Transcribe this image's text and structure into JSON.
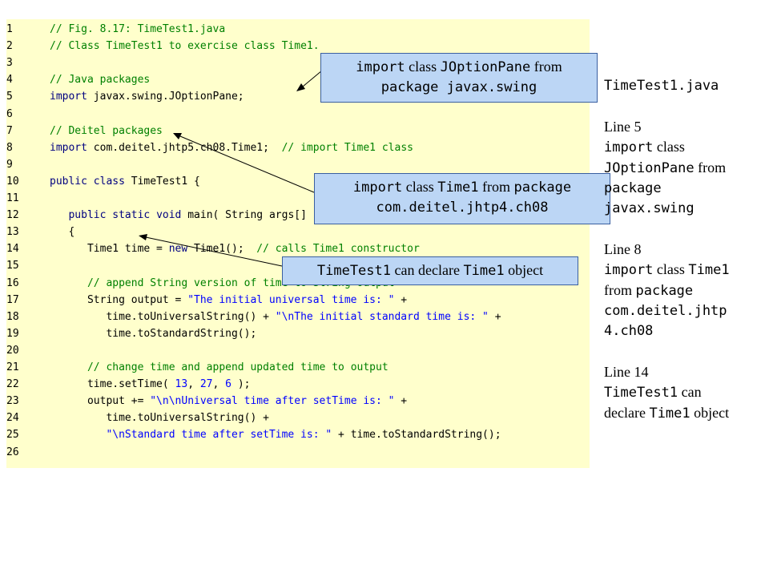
{
  "code": {
    "lines": [
      {
        "n": "1",
        "t": "   // Fig. 8.17: TimeTest1.java"
      },
      {
        "n": "2",
        "t": "   // Class TimeTest1 to exercise class Time1."
      },
      {
        "n": "3",
        "t": ""
      },
      {
        "n": "4",
        "t": "   // Java packages"
      },
      {
        "n": "5",
        "t": "   import javax.swing.JOptionPane;"
      },
      {
        "n": "6",
        "t": ""
      },
      {
        "n": "7",
        "t": "   // Deitel packages"
      },
      {
        "n": "8",
        "t": "   import com.deitel.jhtp5.ch08.Time1;  // import Time1 class"
      },
      {
        "n": "9",
        "t": ""
      },
      {
        "n": "10",
        "t": "   public class TimeTest1 {"
      },
      {
        "n": "11",
        "t": ""
      },
      {
        "n": "12",
        "t": "      public static void main( String args[] )"
      },
      {
        "n": "13",
        "t": "      {"
      },
      {
        "n": "14",
        "t": "         Time1 time = new Time1();  // calls Time1 constructor"
      },
      {
        "n": "15",
        "t": ""
      },
      {
        "n": "16",
        "t": "         // append String version of time to String output"
      },
      {
        "n": "17",
        "t": "         String output = \"The initial universal time is: \" +"
      },
      {
        "n": "18",
        "t": "            time.toUniversalString() + \"\\nThe initial standard time is: \" +"
      },
      {
        "n": "19",
        "t": "            time.toStandardString();"
      },
      {
        "n": "20",
        "t": ""
      },
      {
        "n": "21",
        "t": "         // change time and append updated time to output"
      },
      {
        "n": "22",
        "t": "         time.setTime( 13, 27, 6 );"
      },
      {
        "n": "23",
        "t": "         output += \"\\n\\nUniversal time after setTime is: \" +"
      },
      {
        "n": "24",
        "t": "            time.toUniversalString() +"
      },
      {
        "n": "25",
        "t": "            \"\\nStandard time after setTime is: \" + time.toStandardString();"
      },
      {
        "n": "26",
        "t": ""
      }
    ]
  },
  "callouts": {
    "c1": {
      "a": "import",
      "b": " class ",
      "c": "JOptionPane",
      "d": " from",
      "e": "package javax.swing"
    },
    "c2": {
      "a": "import",
      "b": " class ",
      "c": "Time1",
      "d": " from ",
      "e": "package",
      "f": "com.deitel.jhtp4.ch08"
    },
    "c3": {
      "a": "TimeTest1",
      "b": " can declare ",
      "c": "Time1",
      "d": " object"
    }
  },
  "sidebar": {
    "title": "TimeTest1.java",
    "l5": {
      "head": "Line 5",
      "a": "import",
      "b": " class",
      "c": "JOptionPane",
      "d": " from",
      "e": "package",
      "f": "javax.swing"
    },
    "l8": {
      "head": "Line 8",
      "a": "import",
      "b": " class ",
      "c": "Time1",
      "d": "from ",
      "e": "package",
      "f": "com.deitel.jhtp",
      "g": "4.ch08"
    },
    "l14": {
      "head": "Line 14",
      "a": "TimeTest1",
      "b": " can",
      "c": "declare ",
      "d": "Time1",
      "e": " object"
    }
  },
  "colors": {
    "panel": "#ffffcc",
    "callout": "#bcd6f5",
    "comment": "#008000",
    "keyword": "#000080",
    "string": "#0000ff"
  }
}
